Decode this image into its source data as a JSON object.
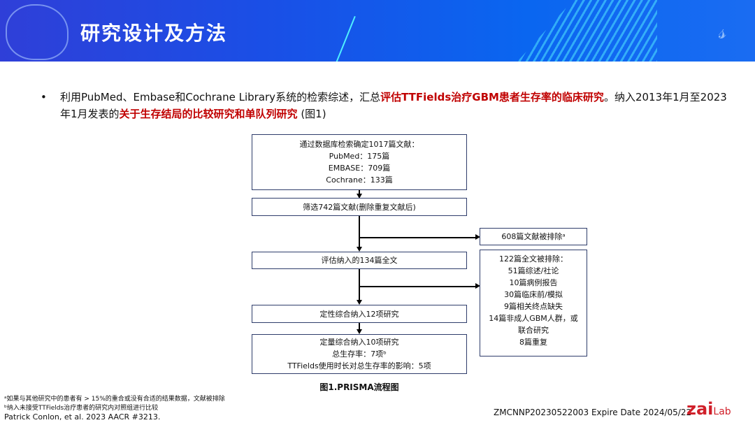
{
  "header": {
    "title": "研究设计及方法"
  },
  "bullet": {
    "bullet_char": "•",
    "parts": [
      "利用PubMed、Embase和Cochrane Library系统的检索综述，汇总",
      "评估TTFields治疗GBM患者生存率的临床研究",
      "。纳入2013年1月至2023年1月发表的",
      "关于生存结局的比较研究和单队列研究",
      " (图1)"
    ]
  },
  "flowchart": {
    "identified": [
      "通过数据库检索确定1017篇文献：",
      "PubMed：175篇",
      "EMBASE：709篇",
      "Cochrane：133篇"
    ],
    "screened": "筛选742篇文献(删除重复文献后)",
    "excluded1": "608篇文献被排除ᵃ",
    "assessed": "评估纳入的134篇全文",
    "excluded2": [
      "122篇全文被排除：",
      "51篇综述/社论",
      "10篇病例报告",
      "30篇临床前/模拟",
      "9篇相关终点缺失",
      "14篇非成人GBM人群，或",
      "联合研究",
      "8篇重复"
    ],
    "qualitative": "定性综合纳入12项研究",
    "quantitative": [
      "定量综合纳入10项研究",
      "总生存率：7项ᵇ",
      "TTFields使用时长对总生存率的影响：5项"
    ],
    "caption": "图1.PRISMA流程图"
  },
  "footnotes": [
    "ᵃ如果与其他研究中的患者有 > 15%的重合或没有合适的结果数据，文献被排除",
    "ᵇ纳入未接受TTFields治疗患者的研究内对照组进行比较"
  ],
  "reference": "Patrick Conlon, et al. 2023 AACR #3213.",
  "code": "ZMCNNP20230522003 Expire Date 2024/05/22",
  "logo": {
    "text": "zai",
    "sub": "Lab"
  }
}
